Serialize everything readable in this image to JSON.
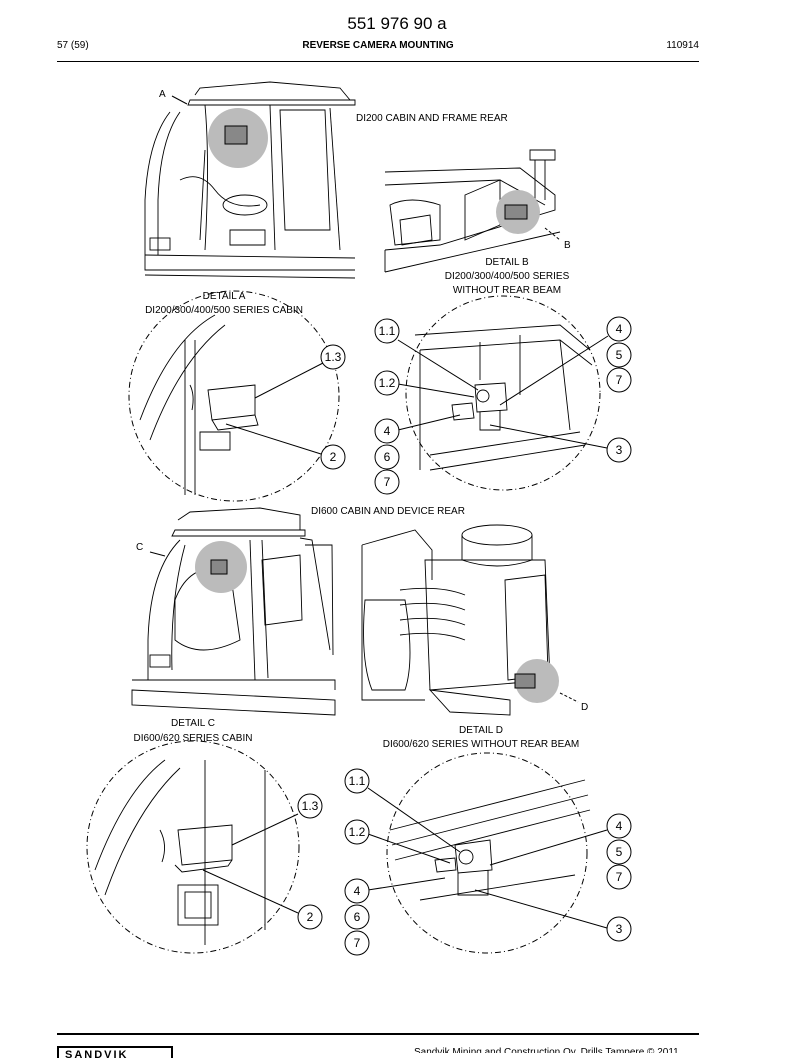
{
  "header": {
    "doc_number": "551 976 90 a",
    "page": "57 (59)",
    "title": "REVERSE CAMERA MOUNTING",
    "code": "110914"
  },
  "captions": {
    "di200_rear": "DI200 CABIN AND FRAME REAR",
    "detail_a_title": "DETAIL A",
    "detail_a_sub": "DI200/300/400/500 SERIES CABIN",
    "detail_b_title": "DETAIL B",
    "detail_b_sub1": "DI200/300/400/500 SERIES",
    "detail_b_sub2": "WITHOUT REAR BEAM",
    "di600_rear": "DI600 CABIN AND DEVICE REAR",
    "detail_c_title": "DETAIL C",
    "detail_c_sub": "DI600/620 SERIES CABIN",
    "detail_d_title": "DETAIL D",
    "detail_d_sub": "DI600/620 SERIES WITHOUT REAR BEAM"
  },
  "letters": {
    "a": "A",
    "b": "B",
    "c": "C",
    "d": "D"
  },
  "callouts": {
    "a_13": "1.3",
    "a_2": "2",
    "b_11": "1.1",
    "b_12": "1.2",
    "b_4": "4",
    "b_5": "5",
    "b_7": "7",
    "b_4b": "4",
    "b_6": "6",
    "b_7b": "7",
    "b_3": "3",
    "c_13": "1.3",
    "c_2": "2",
    "d_11": "1.1",
    "d_12": "1.2",
    "d_4": "4",
    "d_5": "5",
    "d_7": "7",
    "d_4b": "4",
    "d_6": "6",
    "d_7b": "7",
    "d_3": "3"
  },
  "footer": {
    "brand": "SANDVIK",
    "copyright": "Sandvik Mining and Construction Oy, Drills Tampere © 2011"
  }
}
